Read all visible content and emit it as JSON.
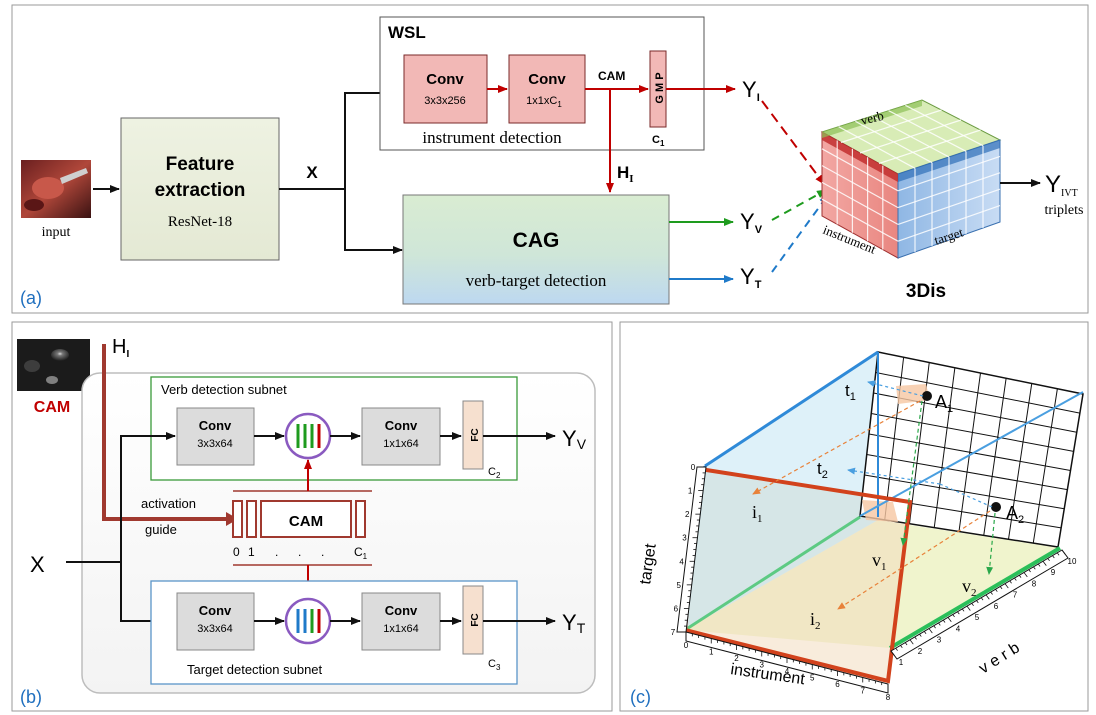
{
  "panel_a": {
    "label": "(a)",
    "input_label": "input",
    "feature": {
      "line1": "Feature",
      "line2": "extraction",
      "sub": "ResNet-18"
    },
    "x_label": "X",
    "wsl": {
      "title": "WSL",
      "conv1": {
        "title": "Conv",
        "sub": "3x3x256"
      },
      "conv2": {
        "title": "Conv",
        "sub": "1x1xC",
        "sub_index": "1"
      },
      "cam_label": "CAM",
      "gmp_letters": [
        "G",
        "M",
        "P"
      ],
      "c_label": "C",
      "c_index": "1",
      "caption": "instrument detection"
    },
    "hi": {
      "main": "H",
      "sub": "I"
    },
    "cag": {
      "title": "CAG",
      "caption": "verb-target detection"
    },
    "yi": {
      "main": "Y",
      "sub": "I"
    },
    "yv": {
      "main": "Y",
      "sub": "V"
    },
    "yt": {
      "main": "Y",
      "sub": "T"
    },
    "cube": {
      "verb": "verb",
      "instrument": "instrument",
      "target": "target",
      "name": "3Dis"
    },
    "yivt": {
      "main": "Y",
      "sub": "IVT",
      "caption": "triplets"
    },
    "colors": {
      "red": "#c00000",
      "green": "#1e9b1e",
      "blue": "#1f7ac9"
    }
  },
  "panel_b": {
    "label": "(b)",
    "cam_label": "CAM",
    "hi": {
      "main": "H",
      "sub": "I"
    },
    "verb_subnet": {
      "title": "Verb detection subnet",
      "conv1": {
        "title": "Conv",
        "sub": "3x3x64"
      },
      "conv2": {
        "title": "Conv",
        "sub": "1x1x64"
      },
      "fc": "FC",
      "c": "C",
      "c_index": "2"
    },
    "activation": {
      "line1": "activation",
      "line2": "guide"
    },
    "cam_block": {
      "label": "CAM",
      "axis": [
        "0",
        "1",
        ".",
        ".",
        ".",
        "C"
      ],
      "axis_index": "1"
    },
    "x_label": "X",
    "target_subnet": {
      "title": "Target detection subnet",
      "conv1": {
        "title": "Conv",
        "sub": "3x3x64"
      },
      "conv2": {
        "title": "Conv",
        "sub": "1x1x64"
      },
      "fc": "FC",
      "c": "C",
      "c_index": "3"
    },
    "yv": {
      "main": "Y",
      "sub": "V"
    },
    "yt": {
      "main": "Y",
      "sub": "T"
    }
  },
  "panel_c": {
    "label": "(c)",
    "t1": {
      "main": "t",
      "sub": "1"
    },
    "t2": {
      "main": "t",
      "sub": "2"
    },
    "a1": {
      "main": "A",
      "sub": "1"
    },
    "a2": {
      "main": "A",
      "sub": "2"
    },
    "i1": {
      "main": "i",
      "sub": "1"
    },
    "i2": {
      "main": "i",
      "sub": "2"
    },
    "v1": {
      "main": "v",
      "sub": "1"
    },
    "v2": {
      "main": "v",
      "sub": "2"
    },
    "axis_target": "target",
    "axis_instrument": "instrument",
    "axis_verb": "v e r b",
    "instrument_ticks": [
      "0",
      "1",
      "2",
      "3",
      "4",
      "5",
      "6",
      "7",
      "8"
    ],
    "target_ticks": [
      "0",
      "1",
      "2",
      "3",
      "4",
      "5",
      "6",
      "7"
    ],
    "verb_ticks": [
      "1",
      "2",
      "3",
      "4",
      "5",
      "6",
      "7",
      "8",
      "9",
      "10"
    ]
  }
}
